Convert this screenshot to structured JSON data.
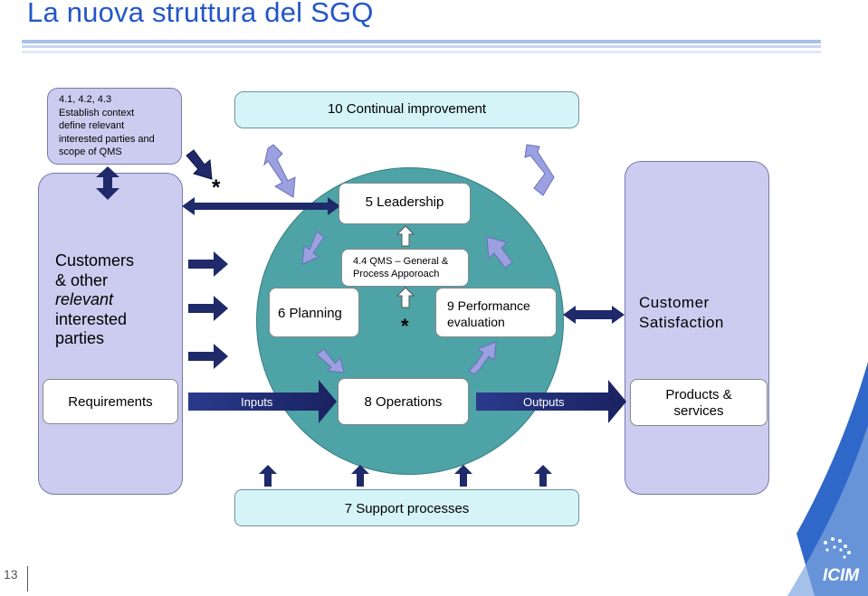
{
  "header": {
    "title": "La nuova struttura del SGQ"
  },
  "context_box": {
    "lines": [
      "4.1, 4.2, 4.3",
      "Establish context",
      "define relevant",
      "interested parties and",
      "scope of QMS"
    ]
  },
  "continual_improvement": "10 Continual improvement",
  "leadership": "5 Leadership",
  "left_column": {
    "lines": [
      "Customers",
      "& other",
      "relevant",
      "interested",
      "parties"
    ]
  },
  "planning": "6 Planning",
  "qms_general": {
    "lines": [
      "4.4 QMS – General &",
      "Process Apporoach"
    ]
  },
  "performance": {
    "lines": [
      "9 Performance",
      "evaluation"
    ]
  },
  "customer_satisfaction": {
    "lines": [
      "Customer",
      "Satisfaction"
    ]
  },
  "requirements": "Requirements",
  "inputs": "Inputs",
  "operations": "8 Operations",
  "outputs": "Outputs",
  "products": {
    "lines": [
      "Products &",
      "services"
    ]
  },
  "support": "7 Support processes",
  "asterisk": "*",
  "footer": {
    "page_number": "13",
    "logo_text": "ICIM"
  },
  "colors": {
    "title": "#2456c8",
    "navy_arrow": "#1f2a6b",
    "light_arrow": "#9aa0e0",
    "circle": "#4da3a6",
    "lavender": "#ccccf0",
    "cyan_box": "#d4f4f8"
  }
}
